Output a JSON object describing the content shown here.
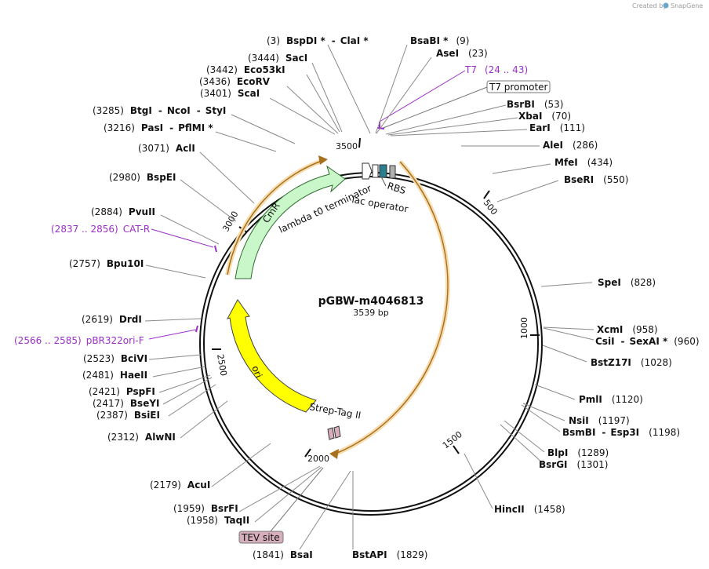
{
  "credit": "Created by",
  "credit_brand": "SnapGene",
  "plasmid": {
    "name": "pGBW-m4046813",
    "size": "3539 bp"
  },
  "tick_labels": [
    "3500",
    "500",
    "1000",
    "1500",
    "2000",
    "2500",
    "3000"
  ],
  "enzymes": [
    {
      "pos": "(3)",
      "name": "BspDI *",
      "extra": "ClaI *"
    },
    {
      "pos": "(3444)",
      "name": "SacI"
    },
    {
      "pos": "(3442)",
      "name": "Eco53kI"
    },
    {
      "pos": "(3436)",
      "name": "EcoRV"
    },
    {
      "pos": "(3401)",
      "name": "ScaI"
    },
    {
      "pos": "(3285)",
      "name": "BtgI",
      "extra": "NcoI",
      "extra2": "StyI"
    },
    {
      "pos": "(3216)",
      "name": "PasI",
      "extra": "PflMI *"
    },
    {
      "pos": "(3071)",
      "name": "AclI"
    },
    {
      "pos": "(2980)",
      "name": "BspEI"
    },
    {
      "pos": "(2884)",
      "name": "PvuII"
    },
    {
      "pos": "(2757)",
      "name": "Bpu10I"
    },
    {
      "pos": "(2619)",
      "name": "DrdI"
    },
    {
      "pos": "(2523)",
      "name": "BciVI"
    },
    {
      "pos": "(2481)",
      "name": "HaeII"
    },
    {
      "pos": "(2421)",
      "name": "PspFI"
    },
    {
      "pos": "(2417)",
      "name": "BseYI"
    },
    {
      "pos": "(2387)",
      "name": "BsiEI"
    },
    {
      "pos": "(2312)",
      "name": "AlwNI"
    },
    {
      "pos": "(2179)",
      "name": "AcuI"
    },
    {
      "pos": "(1959)",
      "name": "BsrFI"
    },
    {
      "pos": "(1958)",
      "name": "TaqII"
    },
    {
      "pos": "(1841)",
      "name": "BsaI"
    },
    {
      "pos": "(1829)",
      "name": "BstAPI"
    },
    {
      "pos": "(9)",
      "name": "BsaBI *"
    },
    {
      "pos": "(23)",
      "name": "AseI"
    },
    {
      "pos": "(53)",
      "name": "BsrBI"
    },
    {
      "pos": "(70)",
      "name": "XbaI"
    },
    {
      "pos": "(111)",
      "name": "EarI"
    },
    {
      "pos": "(286)",
      "name": "AleI"
    },
    {
      "pos": "(434)",
      "name": "MfeI"
    },
    {
      "pos": "(550)",
      "name": "BseRI"
    },
    {
      "pos": "(828)",
      "name": "SpeI"
    },
    {
      "pos": "(958)",
      "name": "XcmI"
    },
    {
      "pos": "(960)",
      "name": "CsiI",
      "extra": "SexAI *"
    },
    {
      "pos": "(1028)",
      "name": "BstZ17I"
    },
    {
      "pos": "(1120)",
      "name": "PmlI"
    },
    {
      "pos": "(1197)",
      "name": "NsiI"
    },
    {
      "pos": "(1198)",
      "name": "BsmBI",
      "extra": "Esp3I"
    },
    {
      "pos": "(1289)",
      "name": "BlpI"
    },
    {
      "pos": "(1301)",
      "name": "BsrGI"
    },
    {
      "pos": "(1458)",
      "name": "HincII"
    }
  ],
  "primers": [
    {
      "name": "T7",
      "range": "(24 .. 43)"
    },
    {
      "name": "CAT-R",
      "range": "(2837 .. 2856)"
    },
    {
      "name": "pBR322ori-F",
      "range": "(2566 .. 2585)"
    }
  ],
  "features": {
    "t7_promoter": "T7 promoter",
    "rbs": "RBS",
    "lac_operator": "lac operator",
    "lambda_t0": "lambda t0 terminator",
    "cmr": "CmR",
    "ori": "ori",
    "strep_tag": "Strep-Tag II",
    "tev_site": "TEV site"
  },
  "colors": {
    "backbone": "#111111",
    "orf": "#e8a33a",
    "primer": "#9b30c8",
    "cmr": "#c9f7c9",
    "ori": "#ffff00",
    "tev": "#d6aebc",
    "lac_operator": "#2a7f8f"
  }
}
